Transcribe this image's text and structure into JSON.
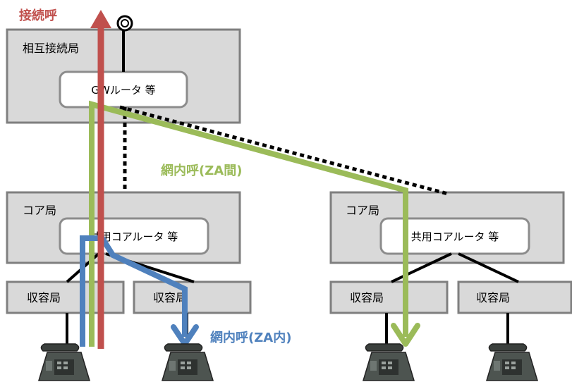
{
  "nodes": {
    "interconnect_station": "相互接続局",
    "gw_router": "GWルータ 等",
    "core_station_left": "コア局",
    "core_router_left": "共用コアルータ 等",
    "core_station_right": "コア局",
    "core_router_right": "共用コアルータ 等",
    "access_1": "収容局",
    "access_2": "収容局",
    "access_3": "収容局",
    "access_4": "収容局"
  },
  "calls": {
    "interconnect_call": "接続呼",
    "intra_network_between_za": "網内呼(ZA間)",
    "intra_network_within_za": "網内呼(ZA内)"
  },
  "colors": {
    "interconnect_call": "#c0504d",
    "intra_network_between_za": "#9bbb59",
    "intra_network_within_za": "#4f81bd",
    "station_box": "#d9d9d9",
    "link": "#000000"
  }
}
